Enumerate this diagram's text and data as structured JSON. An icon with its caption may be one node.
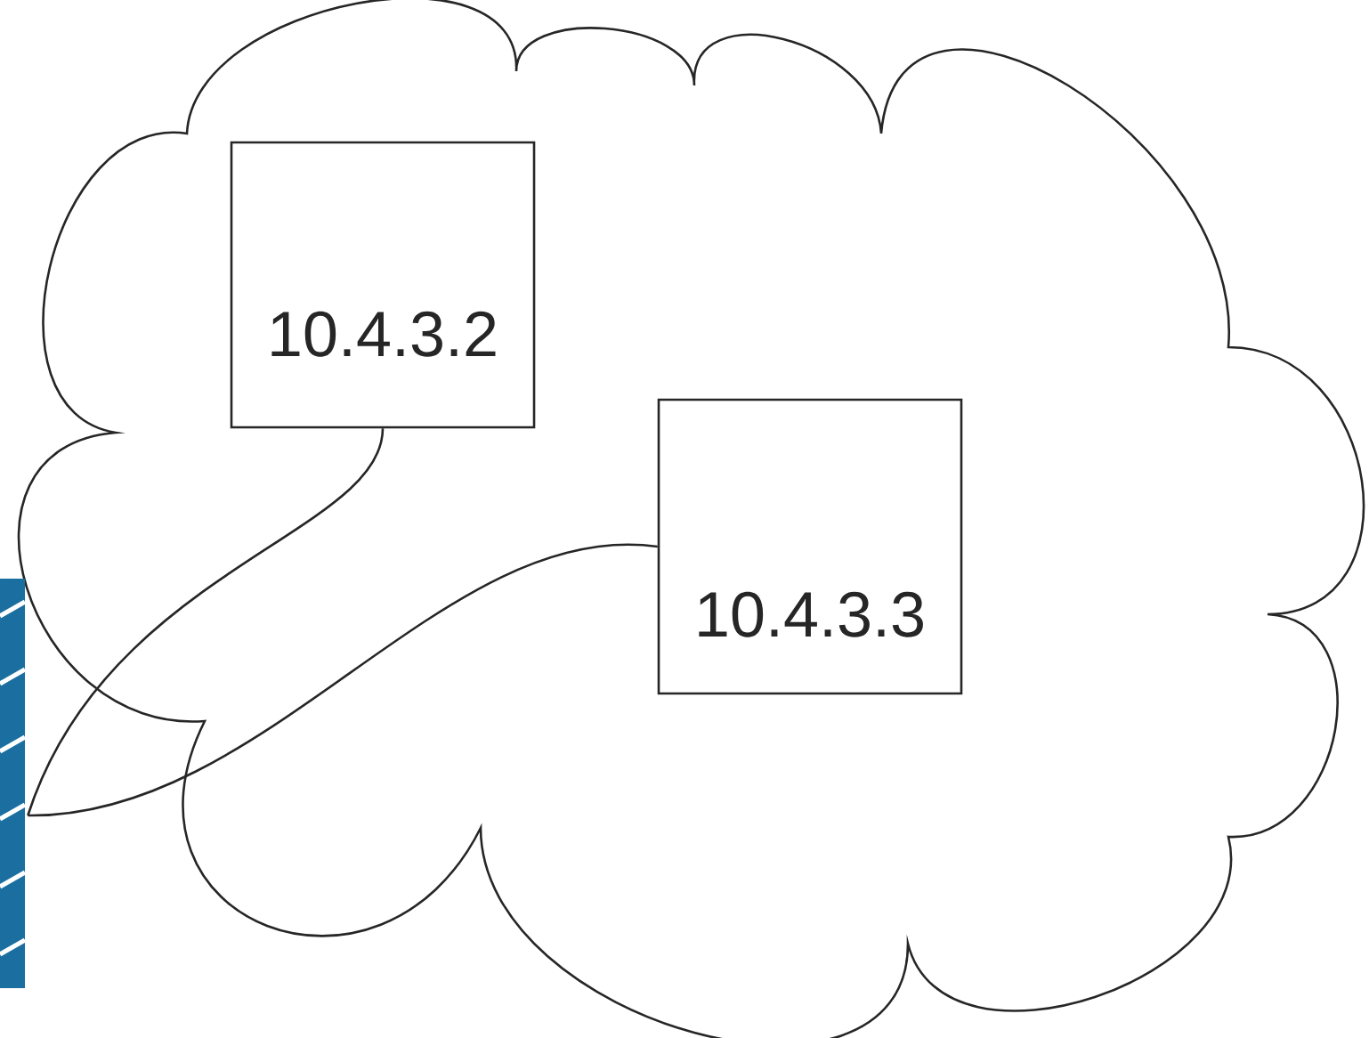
{
  "diagram": {
    "nodes": [
      {
        "text": [],
        "shape": "cloud"
      },
      {
        "text": [
          "10.4.3.2"
        ],
        "in": 0
      },
      {
        "text": [
          "10.4.3.3"
        ],
        "in": 0
      },
      {
        "text": [],
        "shape": "picture"
      }
    ],
    "edges": [
      {
        "from": 1,
        "to": 3,
        "arrow": "none"
      },
      {
        "from": 2,
        "to": 3,
        "arrow": "none"
      }
    ]
  }
}
